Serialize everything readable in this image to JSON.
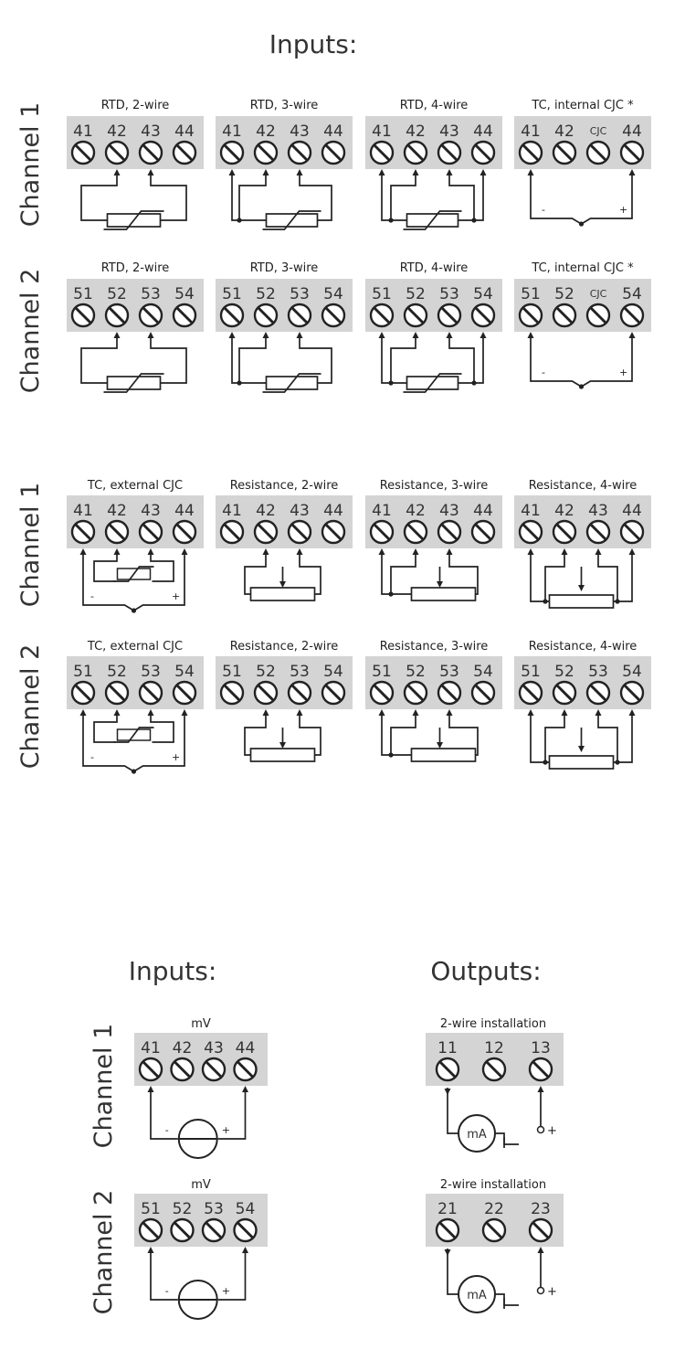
{
  "headings": {
    "top_inputs": "Inputs:",
    "bottom_inputs": "Inputs:",
    "bottom_outputs": "Outputs:"
  },
  "channels": {
    "ch1": "Channel 1",
    "ch2": "Channel 2"
  },
  "terminal_labels": {
    "ch1": [
      "41",
      "42",
      "43",
      "44"
    ],
    "ch2": [
      "51",
      "52",
      "53",
      "54"
    ],
    "cjc": "CJC",
    "out1": [
      "11",
      "12",
      "13"
    ],
    "out2": [
      "21",
      "22",
      "23"
    ]
  },
  "block_titles": {
    "rtd2": "RTD, 2-wire",
    "rtd3": "RTD, 3-wire",
    "rtd4": "RTD, 4-wire",
    "tc_int": "TC, internal CJC *",
    "tc_ext": "TC, external CJC",
    "res2": "Resistance, 2-wire",
    "res3": "Resistance, 3-wire",
    "res4": "Resistance, 4-wire",
    "mv": "mV",
    "out": "2-wire installation"
  },
  "symbols": {
    "minus": "-",
    "plus": "+",
    "ma": "mA"
  },
  "colors": {
    "panel": "#d4d4d4",
    "ink": "#222222"
  }
}
